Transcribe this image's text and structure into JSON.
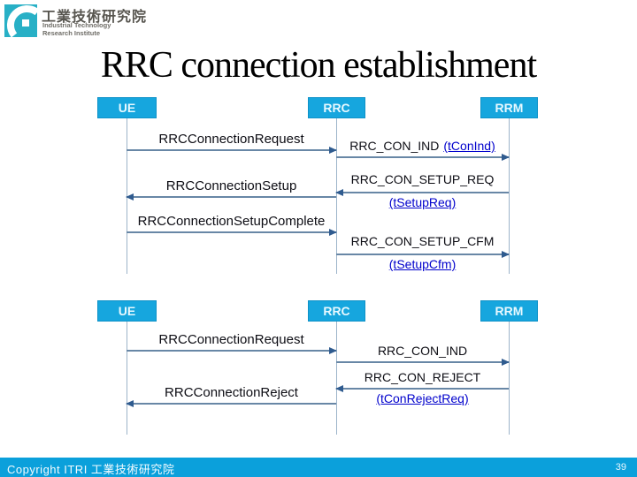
{
  "logo": {
    "org_zh": "工業技術研究院",
    "org_en_line1": "Industrial Technology",
    "org_en_line2": "Research Institute"
  },
  "title": "RRC connection establishment",
  "colors": {
    "accent_cyan": "#16a6de",
    "footer_cyan": "#0ba0db",
    "logo_teal": "#28b0c6",
    "arrow_line": "#6887a6",
    "arrow_head": "#2f5b8f",
    "link_blue": "#0000cc"
  },
  "diagram1": {
    "actors": [
      {
        "label": "UE"
      },
      {
        "label": "RRC"
      },
      {
        "label": "RRM"
      }
    ],
    "messages": [
      {
        "label": "RRCConnectionRequest",
        "from": "UE",
        "to": "RRC"
      },
      {
        "label": "RRC_CON_IND",
        "link": "(tConInd)",
        "from": "RRC",
        "to": "RRM"
      },
      {
        "label": "RRC_CON_SETUP_REQ",
        "link": "(tSetupReq)",
        "from": "RRM",
        "to": "RRC"
      },
      {
        "label": "RRCConnectionSetup",
        "from": "RRC",
        "to": "UE"
      },
      {
        "label": "RRCConnectionSetupComplete",
        "from": "UE",
        "to": "RRC"
      },
      {
        "label": "RRC_CON_SETUP_CFM",
        "link": "(tSetupCfm)",
        "from": "RRC",
        "to": "RRM"
      }
    ]
  },
  "diagram2": {
    "actors": [
      {
        "label": "UE"
      },
      {
        "label": "RRC"
      },
      {
        "label": "RRM"
      }
    ],
    "messages": [
      {
        "label": "RRCConnectionRequest",
        "from": "UE",
        "to": "RRC"
      },
      {
        "label": "RRC_CON_IND",
        "from": "RRC",
        "to": "RRM"
      },
      {
        "label": "RRC_CON_REJECT",
        "link": "(tConRejectReq)",
        "from": "RRM",
        "to": "RRC"
      },
      {
        "label": "RRCConnectionReject",
        "from": "RRC",
        "to": "UE"
      }
    ]
  },
  "footer": {
    "copyright": "Copyright  ITRI  工業技術研究院",
    "page_number": "39"
  }
}
